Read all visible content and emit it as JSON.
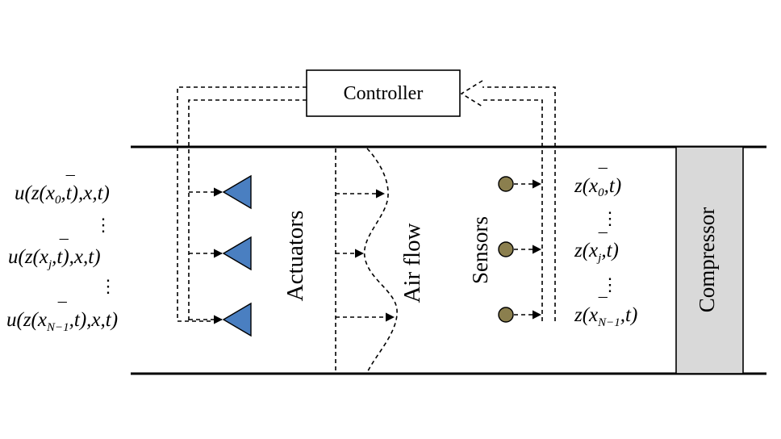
{
  "controller": {
    "label": "Controller"
  },
  "compressor": {
    "label": "Compressor",
    "fill": "#d9d9d9"
  },
  "labels": {
    "actuators": "Actuators",
    "air_flow": "Air flow",
    "sensors": "Sensors"
  },
  "inputs": [
    {
      "base": "u(z(x",
      "sub": "0",
      "tail": ",t),x,t)"
    },
    {
      "base": "u(z(x",
      "sub": "j",
      "tail": ",t),x,t)"
    },
    {
      "base": "u(z(x",
      "sub": "N−1",
      "tail": ",t),x,t)"
    }
  ],
  "outputs": [
    {
      "base": "z(x",
      "sub": "0",
      "tail": ",t)"
    },
    {
      "base": "z(x",
      "sub": "j",
      "tail": ",t)"
    },
    {
      "base": "z(x",
      "sub": "N−1",
      "tail": ",t)"
    }
  ],
  "ellipsis": "⋮",
  "colors": {
    "actuator": "#4a7fc1",
    "sensor": "#8b7f4e"
  },
  "icons": {
    "actuator": "triangle-icon",
    "sensor": "circle-icon"
  }
}
